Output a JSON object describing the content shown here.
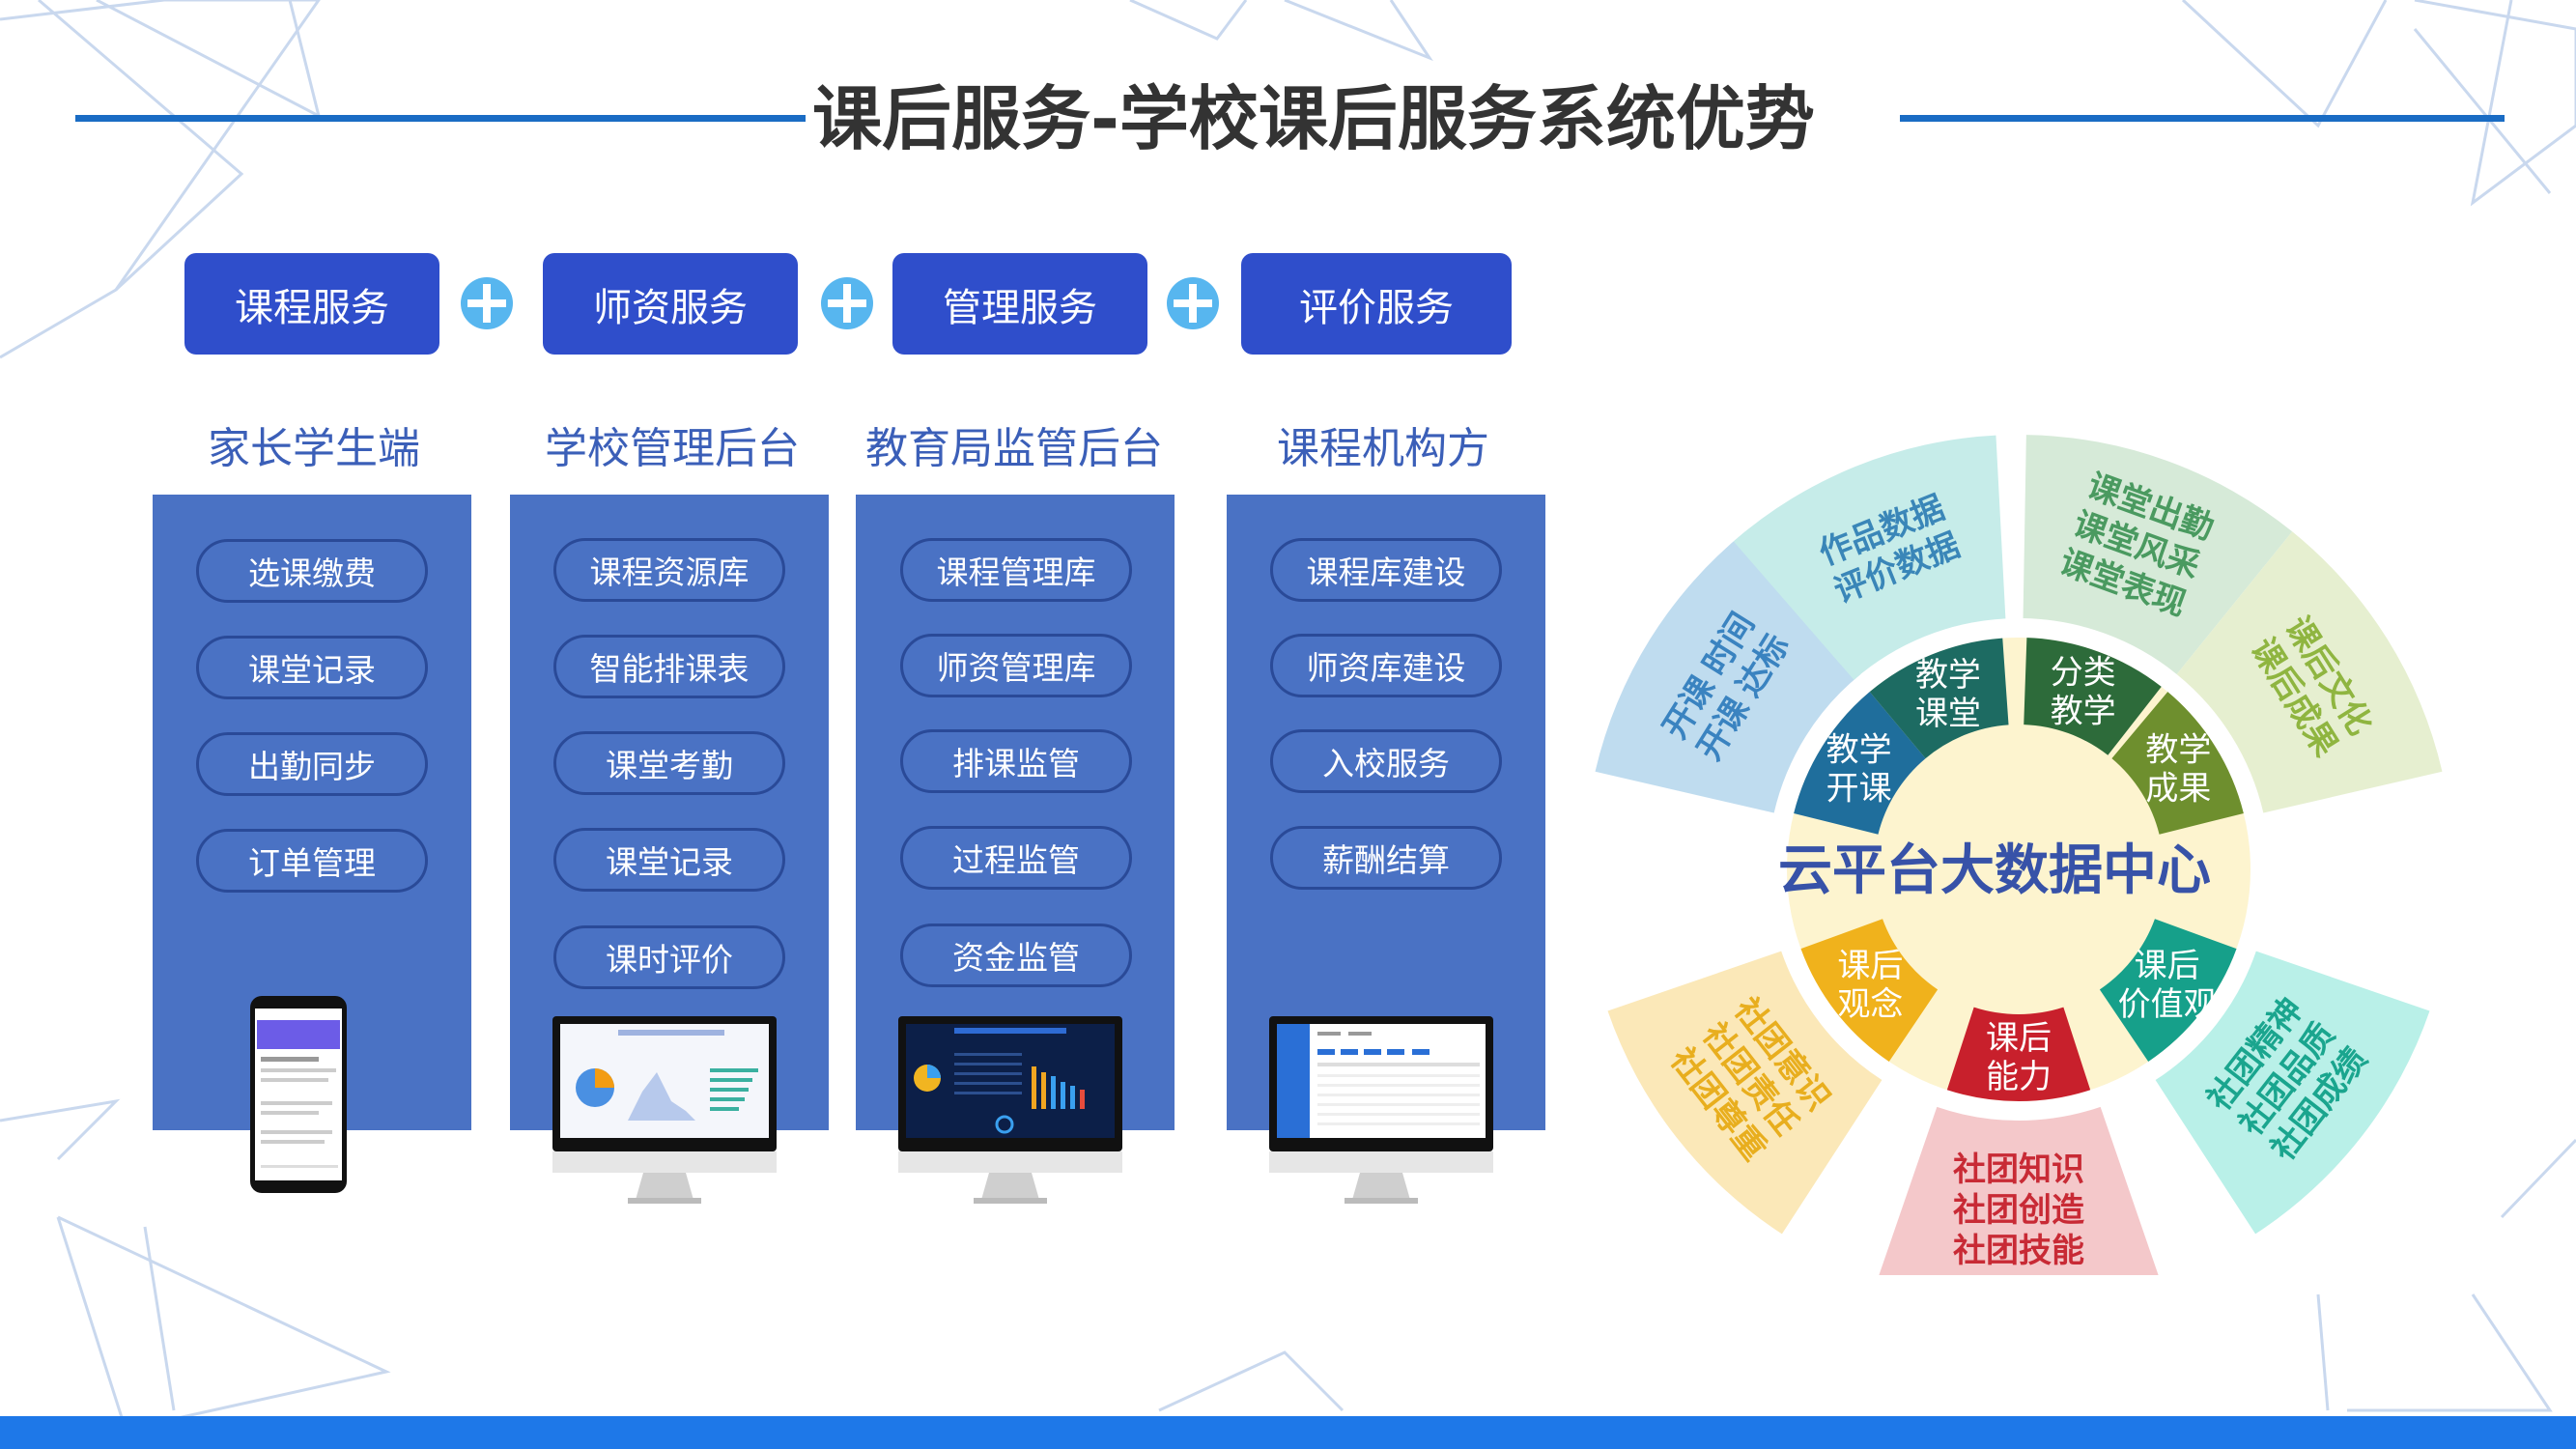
{
  "header": {
    "title": "课后服务-学校课后服务系统优势"
  },
  "services": [
    {
      "label": "课程服务"
    },
    {
      "label": "师资服务"
    },
    {
      "label": "管理服务"
    },
    {
      "label": "评价服务"
    }
  ],
  "columns": [
    {
      "title": "家长学生端",
      "items": [
        "选课缴费",
        "课堂记录",
        "出勤同步",
        "订单管理"
      ],
      "device": "phone"
    },
    {
      "title": "学校管理后台",
      "items": [
        "课程资源库",
        "智能排课表",
        "课堂考勤",
        "课堂记录",
        "课时评价"
      ],
      "device": "monitor-light"
    },
    {
      "title": "教育局监管后台",
      "items": [
        "课程管理库",
        "师资管理库",
        "排课监管",
        "过程监管",
        "资金监管"
      ],
      "device": "monitor-dark"
    },
    {
      "title": "课程机构方",
      "items": [
        "课程库建设",
        "师资库建设",
        "入校服务",
        "薪酬结算"
      ],
      "device": "monitor-table"
    }
  ],
  "wheel": {
    "center": "云平台大数据中心",
    "inner": [
      {
        "line1": "教学",
        "line2": "开课",
        "color": "#1f6e9c"
      },
      {
        "line1": "教学",
        "line2": "课堂",
        "color": "#1d6b62"
      },
      {
        "line1": "分类",
        "line2": "教学",
        "color": "#2d6b3a"
      },
      {
        "line1": "教学",
        "line2": "成果",
        "color": "#6e8f2e"
      },
      {
        "line1": "课后",
        "line2": "价值观",
        "color": "#16a08a"
      },
      {
        "line1": "课后",
        "line2": "能力",
        "color": "#c8202c"
      },
      {
        "line1": "课后",
        "line2": "观念",
        "color": "#f0b21c"
      }
    ],
    "outer": [
      {
        "lines": [
          "开课",
          "时间",
          "开课",
          "达标"
        ],
        "text": [
          "开课  时间",
          "开课  达标"
        ],
        "color": "#bfdcef",
        "textColor": "#3a83c0"
      },
      {
        "text": [
          "作品数据",
          "评价数据"
        ],
        "color": "#c6ece9",
        "textColor": "#3a86b8"
      },
      {
        "text": [
          "课堂出勤",
          "课堂风采",
          "课堂表现"
        ],
        "color": "#d6ead8",
        "textColor": "#4a9a60"
      },
      {
        "text": [
          "课后文化",
          "课后成果"
        ],
        "color": "#e6efd0",
        "textColor": "#8fb540"
      },
      {
        "text": [
          "社团精神",
          "社团品质",
          "社团成绩"
        ],
        "color": "#b9f0e8",
        "textColor": "#1aa58e"
      },
      {
        "text": [
          "社团知识",
          "社团创造",
          "社团技能"
        ],
        "color": "#f4c8ca",
        "textColor": "#c82a35"
      },
      {
        "text": [
          "社团意识",
          "社团责任",
          "社团尊重"
        ],
        "color": "#fbe8b8",
        "textColor": "#e8ae1e"
      }
    ]
  },
  "colors": {
    "accent": "#2f4ecb",
    "panel": "#4a72c4",
    "bar": "#1e78e8"
  }
}
